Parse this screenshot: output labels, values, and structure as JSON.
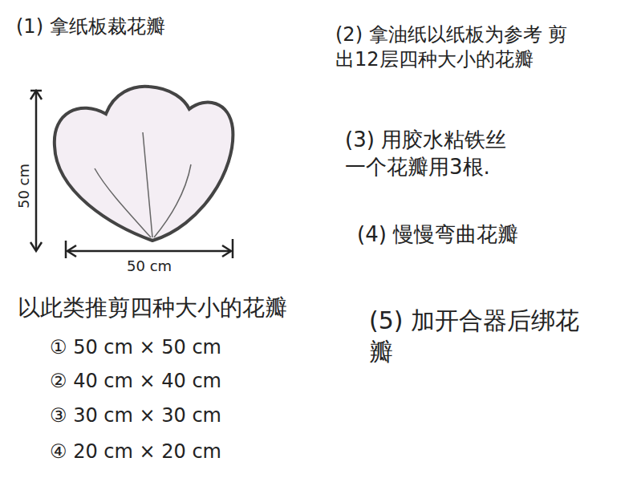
{
  "diagram": {
    "labels": [
      "(1) 拿纸板裁花瓣",
      "(2) 拿油纸以纸板为参考 剪出12层四种大小的花瓣",
      "(3) 用胶水粘铁丝 一个花瓣用3根.",
      "(4) 慢慢弯曲花瓣",
      "50 cm",
      "50 cm",
      "以此类推剪四种大小的花瓣",
      "① 50 cm × 50 cm",
      "② 40 cm × 40 cm",
      "③ 30 cm × 30 cm",
      "④ 20 cm × 20 cm",
      "(5) 加开合器后绑花瓣"
    ]
  }
}
